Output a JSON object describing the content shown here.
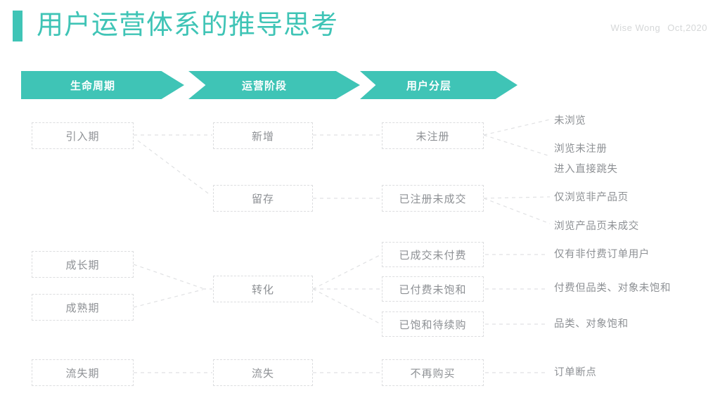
{
  "header": {
    "title": "用户运营体系的推导思考",
    "author": "Wise Wong",
    "date": "Oct,2020",
    "accent_color": "#3fc4b6"
  },
  "banners": [
    {
      "label": "生命周期"
    },
    {
      "label": "运营阶段"
    },
    {
      "label": "用户分层"
    }
  ],
  "columns": {
    "lifecycle": [
      {
        "label": "引入期"
      },
      {
        "label": "成长期"
      },
      {
        "label": "成熟期"
      },
      {
        "label": "流失期"
      }
    ],
    "stage": [
      {
        "label": "新增"
      },
      {
        "label": "留存"
      },
      {
        "label": "转化"
      },
      {
        "label": "流失"
      }
    ],
    "segment": [
      {
        "label": "未注册"
      },
      {
        "label": "已注册未成交"
      },
      {
        "label": "已成交未付费"
      },
      {
        "label": "已付费未饱和"
      },
      {
        "label": "已饱和待续购"
      },
      {
        "label": "不再购买"
      }
    ]
  },
  "leaf_labels": [
    {
      "label": "未浏览"
    },
    {
      "label": "浏览未注册"
    },
    {
      "label": "进入直接跳失"
    },
    {
      "label": "仅浏览非产品页"
    },
    {
      "label": "浏览产品页未成交"
    },
    {
      "label": "仅有非付费订单用户"
    },
    {
      "label": "付费但品类、对象未饱和"
    },
    {
      "label": "品类、对象饱和"
    },
    {
      "label": "订单断点"
    }
  ]
}
